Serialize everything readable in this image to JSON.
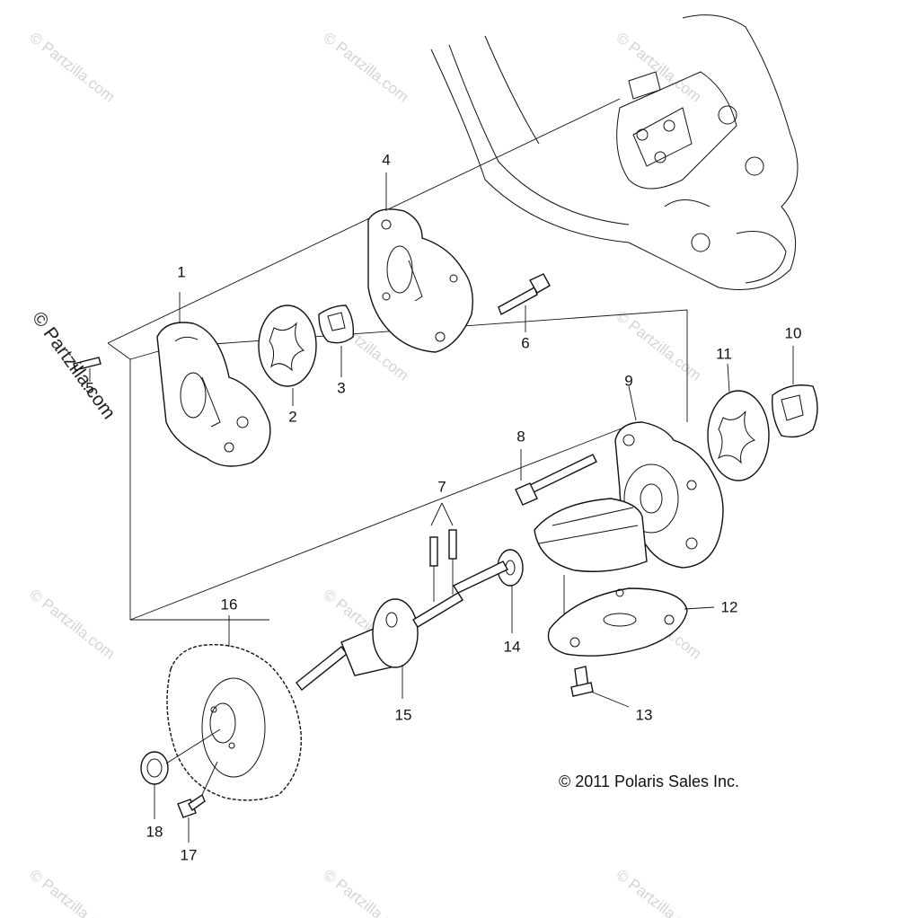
{
  "diagram": {
    "copyright": "© 2011 Polaris Sales Inc.",
    "watermark_text": "© Partzilla.com",
    "watermark_main_text": "© Partzilla.com",
    "callouts": [
      {
        "id": "1",
        "label": "1"
      },
      {
        "id": "2",
        "label": "2"
      },
      {
        "id": "3",
        "label": "3"
      },
      {
        "id": "4",
        "label": "4"
      },
      {
        "id": "5",
        "label": "5"
      },
      {
        "id": "6",
        "label": "6"
      },
      {
        "id": "7",
        "label": "7"
      },
      {
        "id": "8",
        "label": "8"
      },
      {
        "id": "9",
        "label": "9"
      },
      {
        "id": "10",
        "label": "10"
      },
      {
        "id": "11",
        "label": "11"
      },
      {
        "id": "12",
        "label": "12"
      },
      {
        "id": "13",
        "label": "13"
      },
      {
        "id": "14",
        "label": "14"
      },
      {
        "id": "15",
        "label": "15"
      },
      {
        "id": "16",
        "label": "16"
      },
      {
        "id": "17",
        "label": "17"
      },
      {
        "id": "18",
        "label": "18"
      }
    ]
  }
}
